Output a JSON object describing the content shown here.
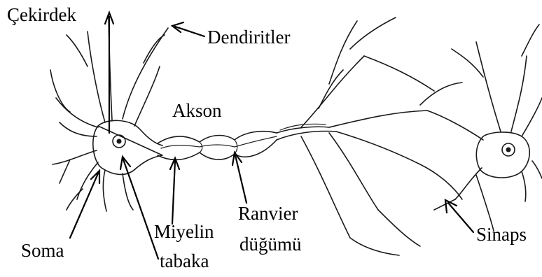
{
  "labels": {
    "cekirdek": "Çekirdek",
    "dendiritler": "Dendiritler",
    "akson": "Akson",
    "soma": "Soma",
    "miyelin_line1": "Miyelin",
    "miyelin_line2": "tabaka",
    "ranvier_line1": "Ranvier",
    "ranvier_line2": "düğümü",
    "sinaps": "Sinaps"
  },
  "colors": {
    "ink": "#1a1a1a",
    "background": "#ffffff"
  }
}
